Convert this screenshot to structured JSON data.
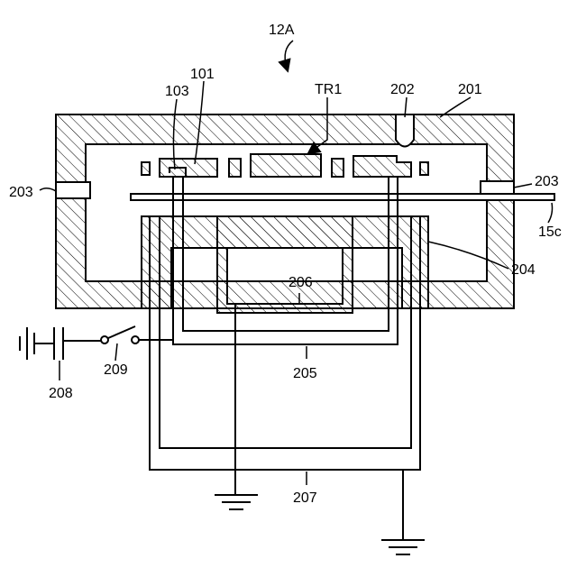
{
  "figure": {
    "label": "12A",
    "components": {
      "chamber": "201",
      "sensor": "202",
      "port_left": "203",
      "port_right": "203",
      "stage": "204",
      "wire_outer_loop": "205",
      "inner_block": "206",
      "ground_loop": "207",
      "power_supply": "208",
      "switch": "209",
      "electrode": "101",
      "electrode_terminal": "103",
      "tray": "TR1",
      "substrate": "15c"
    }
  }
}
